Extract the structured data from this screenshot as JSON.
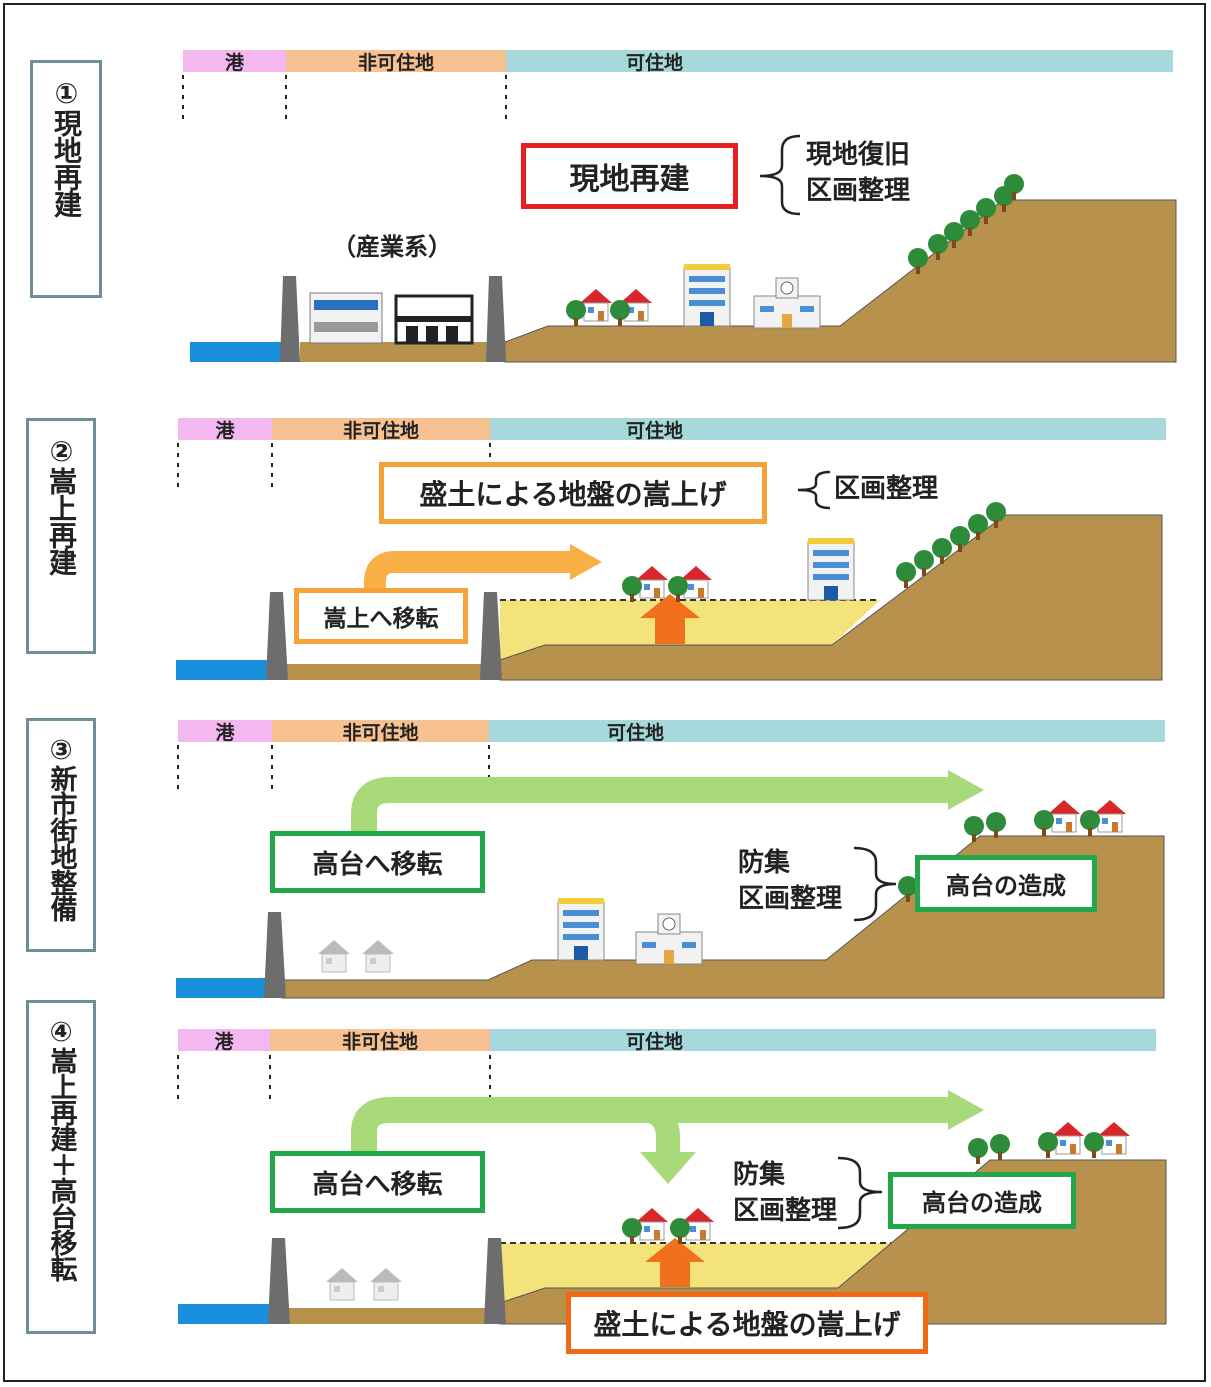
{
  "panels": [
    {
      "label": "①現地再建",
      "zones": {
        "port": "港",
        "nonres": "非可住地",
        "res": "可住地"
      },
      "main_box": "現地再建",
      "bracket_items": [
        "現地復旧",
        "区画整理"
      ],
      "industry_label": "（産業系）"
    },
    {
      "label": "②嵩上再建",
      "zones": {
        "port": "港",
        "nonres": "非可住地",
        "res": "可住地"
      },
      "main_box": "盛土による地盤の嵩上げ",
      "bracket_items": [
        "区画整理"
      ],
      "move_box": "嵩上へ移転"
    },
    {
      "label": "③新市街地整備",
      "zones": {
        "port": "港",
        "nonres": "非可住地",
        "res": "可住地"
      },
      "move_box": "高台へ移転",
      "bracket_items": [
        "防集",
        "区画整理"
      ],
      "highland_box": "高台の造成"
    },
    {
      "label": "④嵩上再建＋高台移転",
      "zones": {
        "port": "港",
        "nonres": "非可住地",
        "res": "可住地"
      },
      "move_box": "高台へ移転",
      "bracket_items": [
        "防集",
        "区画整理"
      ],
      "highland_box": "高台の造成",
      "bottom_box": "盛土による地盤の嵩上げ"
    }
  ],
  "colors": {
    "ground": "#b8914c",
    "fill": "#f4e37a",
    "sea": "#1a8fdc",
    "wall": "#6d6d6d",
    "tree": "#2e8b3a",
    "arrow_orange": "#f9b046",
    "arrow_green": "#a9da7a",
    "arrow_up": "#f0701e"
  }
}
